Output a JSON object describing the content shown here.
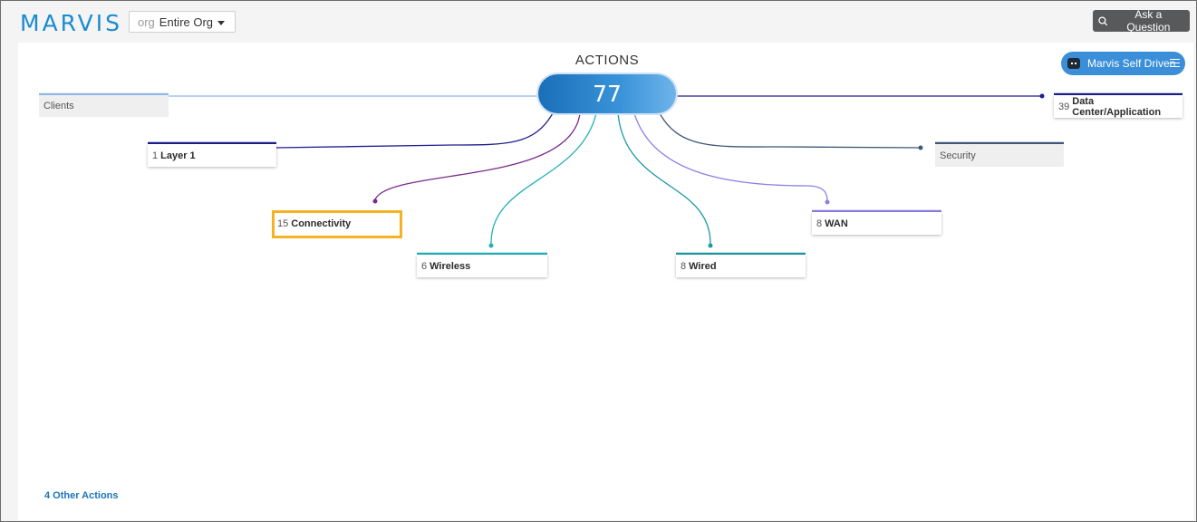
{
  "header": {
    "logo": "MARVIS",
    "org_prefix": "org",
    "org_value": "Entire Org",
    "ask_label": "Ask a Question"
  },
  "actions": {
    "title": "ACTIONS",
    "total": "77",
    "self_driven_label": "Marvis Self Driven"
  },
  "categories": {
    "clients": {
      "count": "",
      "label": "Clients",
      "color": "#8fb8ea"
    },
    "layer1": {
      "count": "1",
      "label": "Layer 1",
      "color": "#1c1f8f"
    },
    "connectivity": {
      "count": "15",
      "label": "Connectivity",
      "color": "#7b2a8c"
    },
    "wireless": {
      "count": "6",
      "label": "Wireless",
      "color": "#22b0b8"
    },
    "wired": {
      "count": "8",
      "label": "Wired",
      "color": "#1a9aa3"
    },
    "wan": {
      "count": "8",
      "label": "WAN",
      "color": "#8a80e6"
    },
    "security": {
      "count": "",
      "label": "Security",
      "color": "#3d5777"
    },
    "datacenter": {
      "count": "39",
      "label": "Data Center/Application",
      "color": "#1c1f8f"
    }
  },
  "footer": {
    "other_actions": "4 Other Actions"
  },
  "colors": {
    "highlight": "#f5b324",
    "pill_start": "#1a6fb8",
    "pill_end": "#6fb4ea"
  }
}
